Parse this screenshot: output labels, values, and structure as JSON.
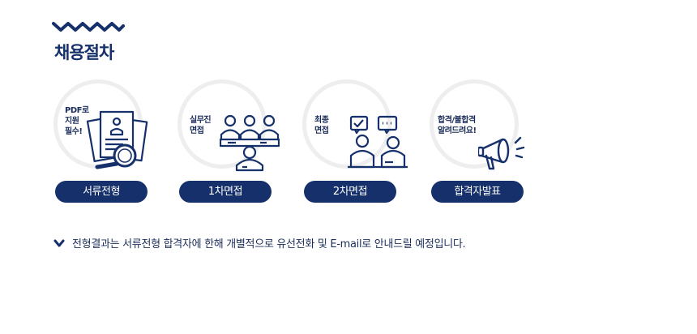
{
  "section": {
    "title": "채용절차"
  },
  "steps": [
    {
      "caption": "PDF로\n지원\n필수!",
      "label": "서류전형",
      "icon": "document-search-icon"
    },
    {
      "caption": "실무진\n면접",
      "label": "1차면접",
      "icon": "panel-interview-icon"
    },
    {
      "caption": "최종\n면접",
      "label": "2차면접",
      "icon": "final-interview-icon"
    },
    {
      "caption": "합격/불합격\n알려드려요!",
      "label": "합격자발표",
      "icon": "megaphone-icon"
    }
  ],
  "notice": {
    "icon": "chevron-down-icon",
    "text": "전형결과는 서류전형 합격자에 한해 개별적으로 유선전화 및 E-mail로 안내드릴 예정입니다."
  },
  "colors": {
    "primary": "#15306b",
    "ring": "#eeeeee",
    "text": "#1b2d5a"
  }
}
